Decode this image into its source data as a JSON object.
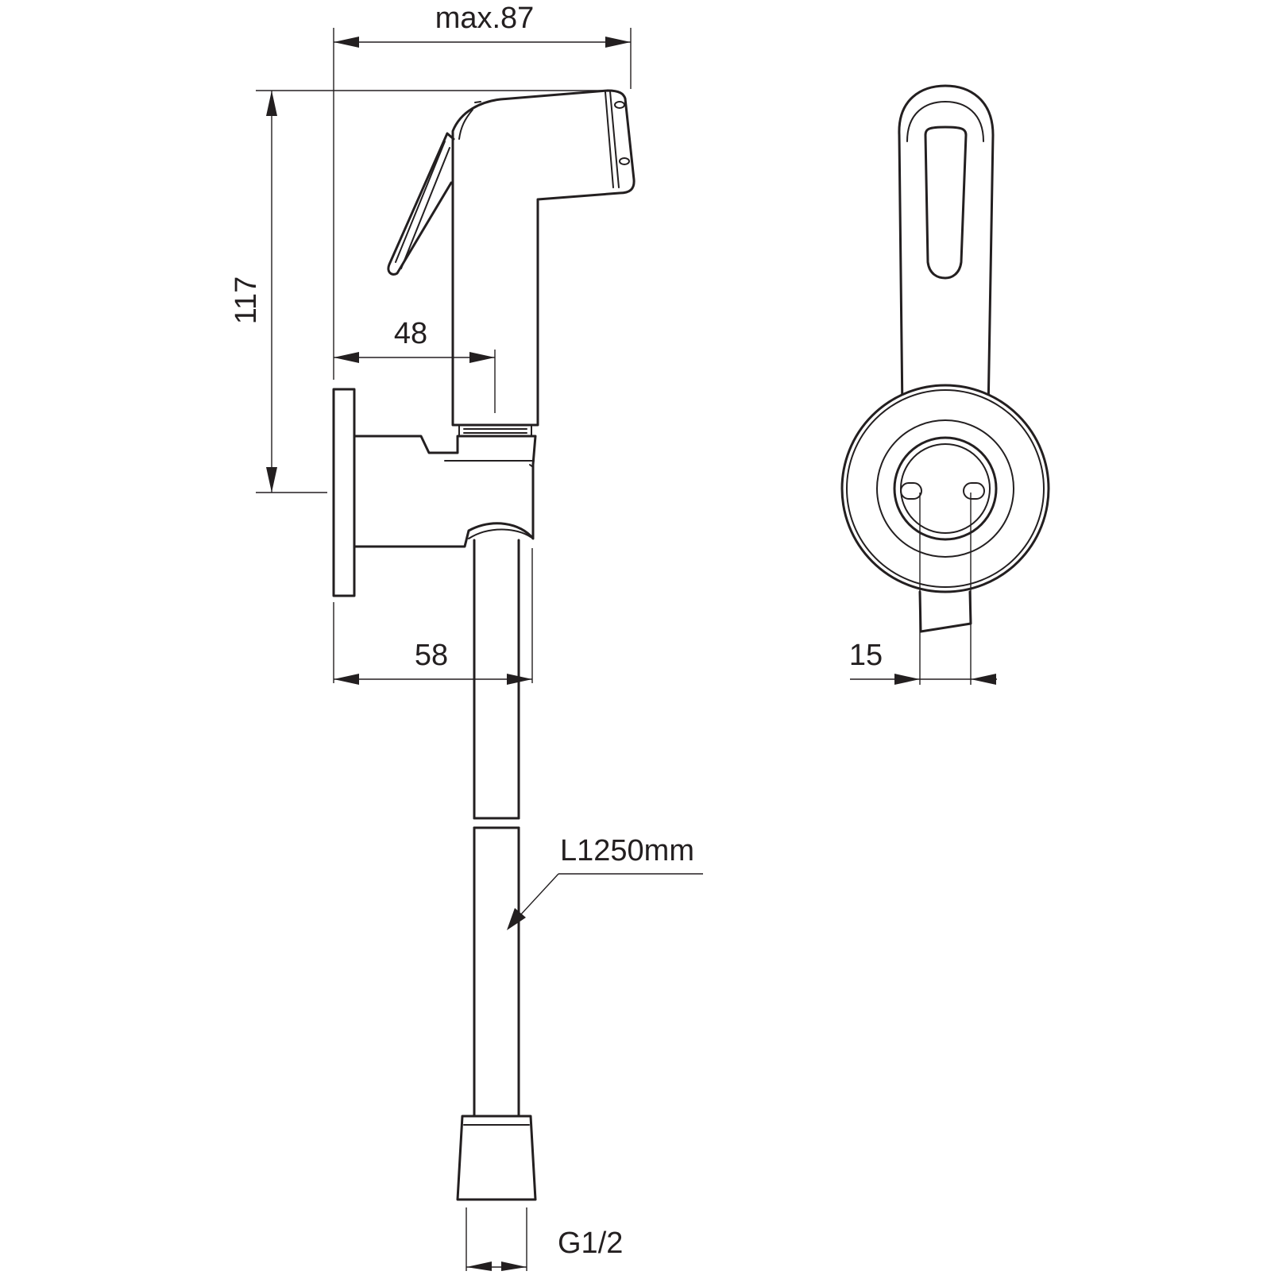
{
  "drawing": {
    "dimensions": {
      "max_width": "max.87",
      "height": "117",
      "outlet_offset": "48",
      "bracket_depth": "58",
      "spacing": "15",
      "thread": "G1/2"
    },
    "callouts": {
      "hose_length": "L1250mm"
    },
    "colors": {
      "line": "#231f20",
      "background": "#ffffff"
    }
  }
}
